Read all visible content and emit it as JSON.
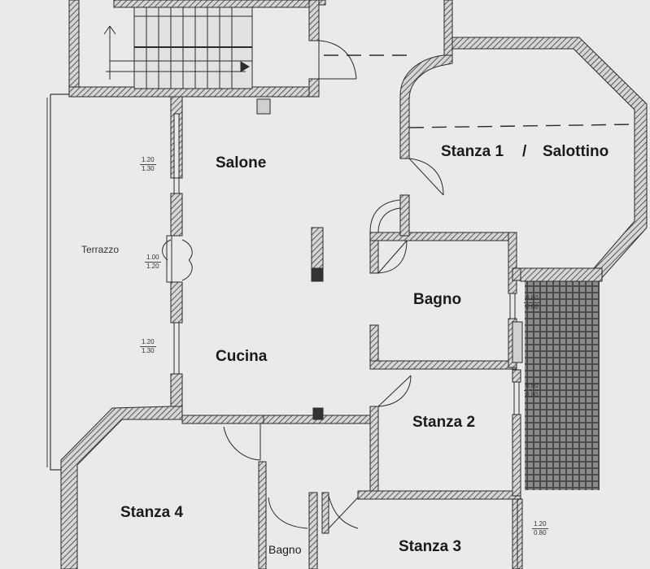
{
  "rooms": {
    "salone": "Salone",
    "stanza1": "Stanza 1",
    "separator": "/",
    "salottino": "Salottino",
    "terrazzo": "Terrazzo",
    "bagno_main": "Bagno",
    "cucina": "Cucina",
    "stanza2": "Stanza 2",
    "stanza4": "Stanza 4",
    "bagno_small": "Bagno",
    "stanza3": "Stanza 3"
  },
  "dimensions": {
    "window_1": {
      "top": "1.20",
      "bottom": "1.30"
    },
    "door_terrazzo": {
      "top": "1.00",
      "bottom": "1.20"
    },
    "window_2": {
      "top": "1.20",
      "bottom": "1.30"
    },
    "window_bagno": {
      "top": "0.80",
      "bottom": "0.80"
    },
    "window_stanza2": {
      "top": "0.80",
      "bottom": "0.80"
    },
    "window_stanza3": {
      "top": "1.20",
      "bottom": "0.80"
    }
  },
  "colors": {
    "paper": "#e9eaec",
    "wall_fill": "#c9cacc",
    "wall_line": "#2a2a2a",
    "hatch": "#3a3a3a",
    "text": "#1b1b1b"
  }
}
